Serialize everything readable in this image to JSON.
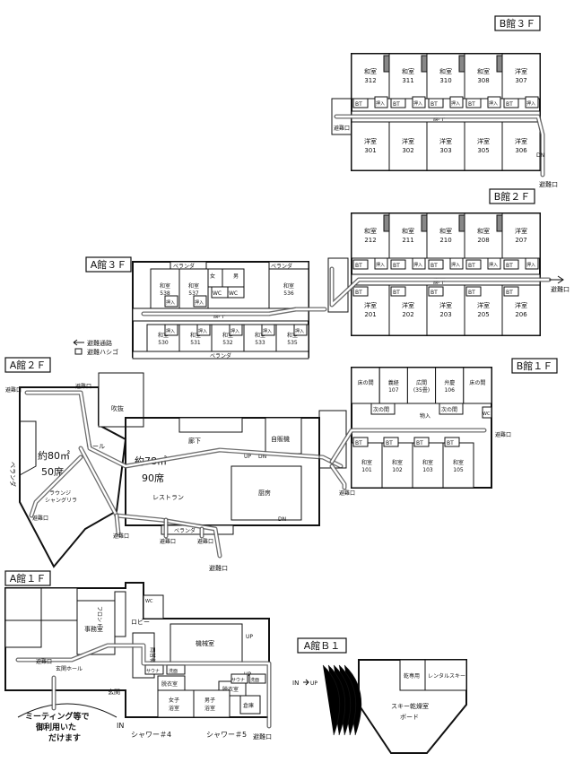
{
  "labels": {
    "b3f": "B館３Ｆ",
    "b2f": "B館２Ｆ",
    "b1f": "B館１Ｆ",
    "a3f": "A館３Ｆ",
    "a2f": "A館２Ｆ",
    "a1f": "A館１Ｆ",
    "ab1": "A館Ｂ１"
  },
  "legend": {
    "route": "避難通路",
    "ladder": "避難ハシゴ"
  },
  "b3f": {
    "top_rooms": [
      {
        "kind": "和室",
        "num": "312"
      },
      {
        "kind": "和室",
        "num": "311"
      },
      {
        "kind": "和室",
        "num": "310"
      },
      {
        "kind": "和室",
        "num": "308"
      },
      {
        "kind": "洋室",
        "num": "307"
      }
    ],
    "bottom_rooms": [
      {
        "kind": "洋室",
        "num": "301"
      },
      {
        "kind": "洋室",
        "num": "302"
      },
      {
        "kind": "洋室",
        "num": "303"
      },
      {
        "kind": "洋室",
        "num": "305"
      },
      {
        "kind": "洋室",
        "num": "306"
      }
    ],
    "corridor": "廊下"
  },
  "b2f": {
    "top_rooms": [
      {
        "kind": "和室",
        "num": "212"
      },
      {
        "kind": "和室",
        "num": "211"
      },
      {
        "kind": "和室",
        "num": "210"
      },
      {
        "kind": "和室",
        "num": "208"
      },
      {
        "kind": "洋室",
        "num": "207"
      }
    ],
    "bottom_rooms": [
      {
        "kind": "洋室",
        "num": "201"
      },
      {
        "kind": "洋室",
        "num": "202"
      },
      {
        "kind": "洋室",
        "num": "203"
      },
      {
        "kind": "洋室",
        "num": "205"
      },
      {
        "kind": "洋室",
        "num": "206"
      }
    ],
    "corridor": "廊下"
  },
  "b1f": {
    "top_rooms": [
      {
        "kind": "床の間",
        "num": ""
      },
      {
        "kind": "義経",
        "num": "107"
      },
      {
        "kind": "広間",
        "num": "(35畳)"
      },
      {
        "kind": "弁慶",
        "num": "106"
      },
      {
        "kind": "床の間",
        "num": ""
      }
    ],
    "next_room": "次の間",
    "storage": "物入",
    "bottom_rooms": [
      {
        "kind": "和室",
        "num": "101"
      },
      {
        "kind": "和室",
        "num": "102"
      },
      {
        "kind": "和室",
        "num": "103"
      },
      {
        "kind": "和室",
        "num": "105"
      }
    ],
    "tokonoma": "床の間"
  },
  "a3f": {
    "rooms_top": [
      {
        "kind": "和室",
        "num": "538"
      },
      {
        "kind": "和室",
        "num": "537"
      },
      {
        "kind": "和室",
        "num": "536"
      }
    ],
    "rooms_bottom": [
      {
        "kind": "和室",
        "num": "530"
      },
      {
        "kind": "和室",
        "num": "531"
      },
      {
        "kind": "和室",
        "num": "532"
      },
      {
        "kind": "和室",
        "num": "533"
      },
      {
        "kind": "和室",
        "num": "535"
      }
    ],
    "veranda": "ベランダ",
    "corridor": "廊下",
    "women": "女",
    "men": "男"
  },
  "a2f": {
    "lounge_area": "約80㎡",
    "lounge_seats": "50席",
    "lounge_name1": "ラウンジ",
    "lounge_name2": "シャングリラ",
    "restaurant_area": "約78㎡",
    "restaurant_seats": "90席",
    "restaurant": "レストラン",
    "mall": "モール",
    "atrium": "吹抜",
    "vending": "自販機",
    "kitchen": "厨房",
    "veranda": "ベランダ",
    "corridor": "廊下"
  },
  "a1f": {
    "office": "事務室",
    "front": "フロント",
    "lobby": "ロビー",
    "exchange": "両替機",
    "machine": "機械室",
    "entrance_hall": "玄関ホール",
    "entrance": "玄関",
    "dressing1": "脱衣室",
    "dressing2": "脱衣室",
    "women_bath1": "女子",
    "women_bath2": "浴室",
    "men_bath1": "男子",
    "men_bath2": "浴室",
    "wash": "洗面",
    "sauna": "サウナ",
    "shower4": "シャワー＃4",
    "shower5": "シャワー＃5",
    "storehouse": "倉庫",
    "meeting1": "ミーティング等で",
    "meeting2": "御利用いた",
    "meeting3": "だけます"
  },
  "ab1": {
    "dry_room": "乾専用",
    "rental": "レンタルスキー",
    "ski1": "スキー乾燥室",
    "ski2": "ボード",
    "in": "IN"
  },
  "common": {
    "exit": "避難口",
    "up": "UP",
    "dn": "DN",
    "bt": "BT",
    "wc": "WC",
    "closet": "押入"
  }
}
